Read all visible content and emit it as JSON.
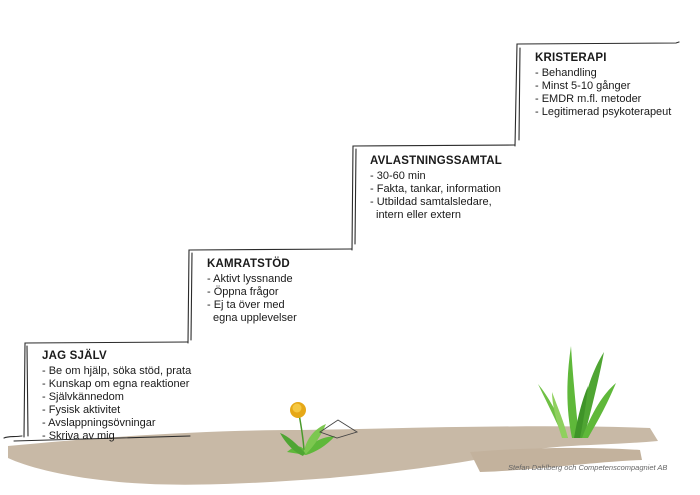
{
  "steps": [
    {
      "id": "jag-sjalv",
      "title": "JAG SJÄLV",
      "items": [
        "- Be om hjälp, söka stöd, prata",
        "- Kunskap om egna reaktioner",
        "- Självkännedom",
        "- Fysisk aktivitet",
        "- Avslappningsövningar",
        "- Skriva av mig"
      ]
    },
    {
      "id": "kamratstod",
      "title": "KAMRATSTÖD",
      "items": [
        "- Aktivt lyssnande",
        "- Öppna frågor",
        "- Ej ta över med",
        "egna upplevelser"
      ]
    },
    {
      "id": "avlastningssamtal",
      "title": "AVLASTNINGSSAMTAL",
      "items": [
        "- 30-60 min",
        "- Fakta, tankar, information",
        "- Utbildad samtalsledare,",
        "intern eller extern"
      ]
    },
    {
      "id": "kristerapi",
      "title": "KRISTERAPI",
      "items": [
        "- Behandling",
        "- Minst 5-10 gånger",
        "- EMDR m.fl. metoder",
        "- Legitimerad psykoterapeut"
      ]
    }
  ],
  "credit": "Stefan Dahlberg och Competenscompagniet AB",
  "colors": {
    "ground": "#c8b9a6",
    "line": "#2b2b2b",
    "flower": "#e6a817",
    "grass": "#5fb83a"
  }
}
